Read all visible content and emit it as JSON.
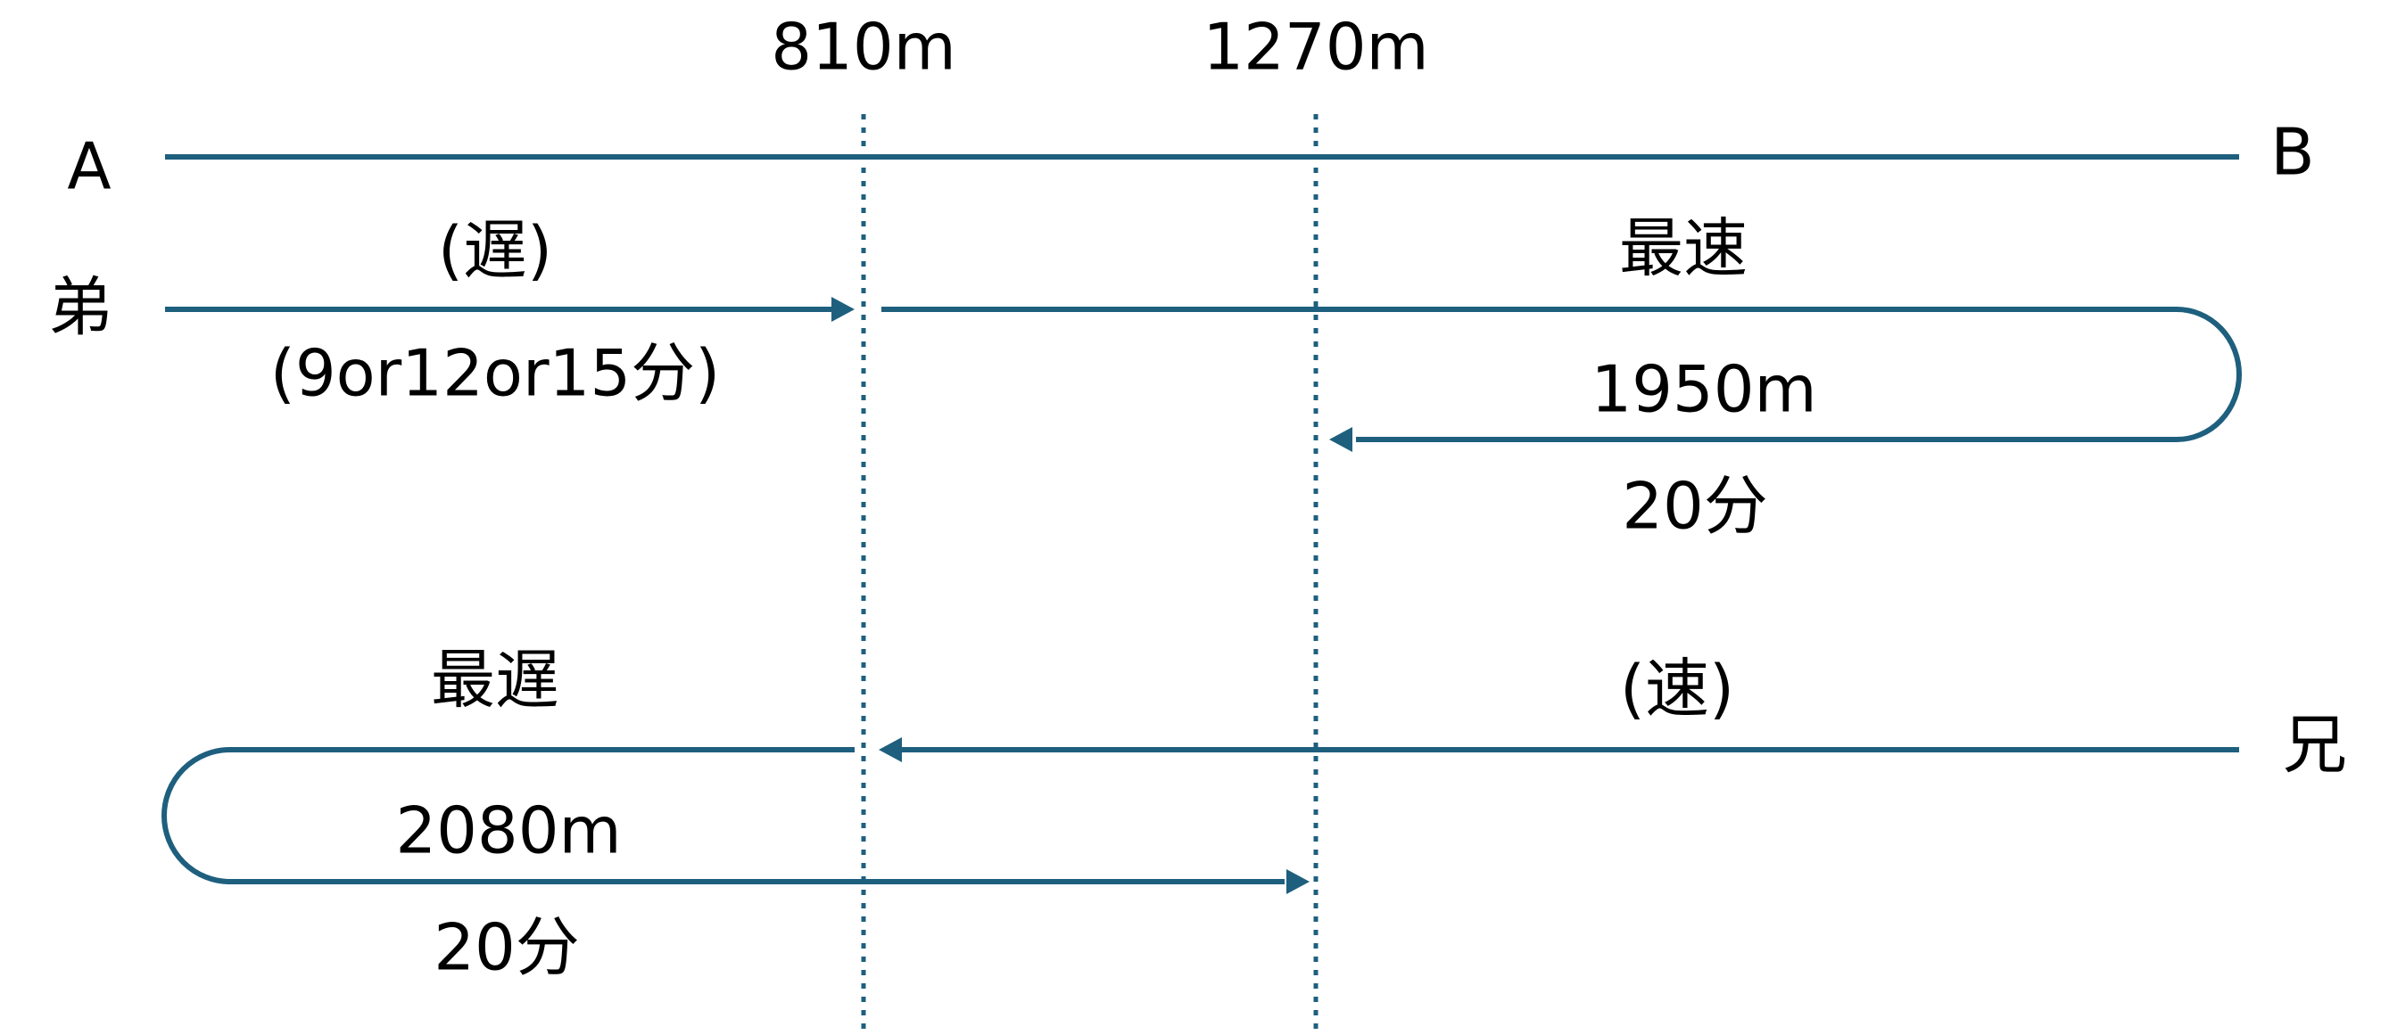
{
  "markers": {
    "m810": "810m",
    "m1270": "1270m"
  },
  "endpoints": {
    "a": "A",
    "b": "B"
  },
  "people": {
    "younger": "弟",
    "older": "兄"
  },
  "younger_route": {
    "slow_label": "(遅)",
    "slow_time": "(9or12or15分)",
    "fastest_label": "最速",
    "return_distance": "1950m",
    "return_time": "20分"
  },
  "older_route": {
    "fast_label": "(速)",
    "slowest_label": "最遅",
    "return_distance": "2080m",
    "return_time": "20分"
  },
  "colors": {
    "line": "#1e5f7e",
    "text": "#000000",
    "background": "#ffffff"
  }
}
